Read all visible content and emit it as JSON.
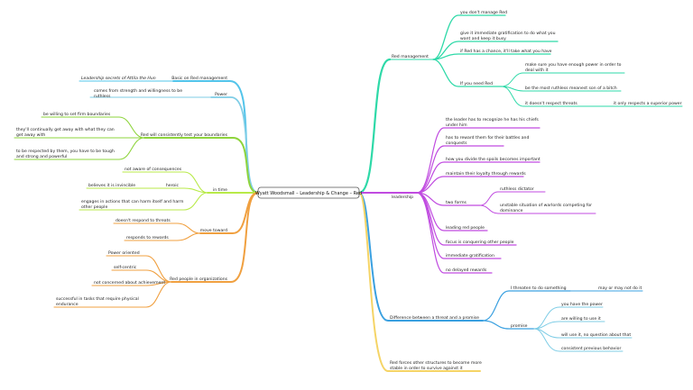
{
  "central": "Wyatt Woodsmall – Leadership & Change – Red",
  "colors": {
    "teal": "#2ed9a8",
    "purple": "#c04be0",
    "blue": "#3aa0e0",
    "yellow": "#f5d466",
    "orange": "#f0a040",
    "green": "#8ed43c",
    "lightgreen": "#b8ea48",
    "cyan": "#52c4ea",
    "sky": "#7fcde6"
  },
  "branches": {
    "red_management": {
      "label": "Red management",
      "children": [
        "you don't manage Red",
        "give it immediate gratification to do what you want and keep it busy",
        "if Red has a chance, it'll take what you have"
      ],
      "if_you_need": {
        "label": "If you need Red",
        "children": [
          "make sure you have enough power in order to deal with it",
          "be the most ruthless meanest son of a bitch",
          "it doesn't respect threats"
        ],
        "threats_child": "it only respects a superior power"
      }
    },
    "leadership": {
      "label": "leadership",
      "children": [
        "the leader has to recognize he has his chiefs under him",
        "has to reward them for their battles and conquests",
        "how you divide the spoils becomes important",
        "maintain their loyalty through rewards",
        "leading red people",
        "focus is conquering other people",
        "immediate gratification",
        "no delayed rewards"
      ],
      "two_forms": {
        "label": "two forms",
        "children": [
          "ruthless dictator",
          "unstable situation of warlords competing for dominance"
        ]
      }
    },
    "threat_promise": {
      "label": "Difference between a threat and a promise",
      "threaten": {
        "label": "I threaten to do something",
        "child": "may or may not do it"
      },
      "promise": {
        "label": "promise",
        "children": [
          "you have the power",
          "are willing to use it",
          "will use it, no question about that",
          "consistent previous behavior"
        ]
      }
    },
    "red_forces": {
      "label": "Red forces other structures to become more stable in order to survive against it"
    },
    "basic": {
      "label": "Basic on Red management",
      "child": "Leadership secrets of Attila the Hun"
    },
    "power": {
      "label": "Power",
      "child": "comes from strength and willingness to be ruthless"
    },
    "boundaries": {
      "label": "Red will consistently test your boundaries",
      "children": [
        "be willing to set firm boundaries",
        "they'll continually get away with what they can get away with",
        "to be respected by them, you have to be tough and strong and powerful"
      ]
    },
    "in_time": {
      "label": "in time",
      "children": [
        "not aware of consequences",
        "engages in actions that can harm itself and harm other people"
      ],
      "heroic": {
        "label": "heroic",
        "child": "believes it is invincible"
      }
    },
    "move_toward": {
      "label": "move toward",
      "children": [
        "doesn't respond to threats",
        "responds to rewards"
      ]
    },
    "red_people": {
      "label": "Red people in organizations",
      "children": [
        "Power oriented",
        "self-centric",
        "not concerned about achievement",
        "successful in tasks that require physical endurance"
      ]
    }
  }
}
